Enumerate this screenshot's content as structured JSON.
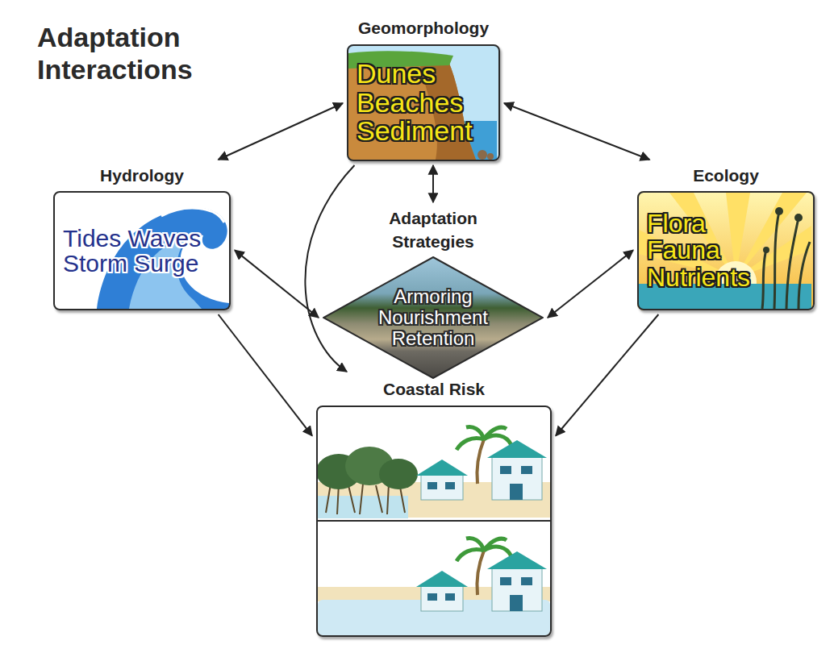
{
  "diagram": {
    "title": "Adaptation Interactions",
    "nodes": [
      {
        "text": [
          "Geomorphology",
          "Dunes Beaches Sediment"
        ]
      },
      {
        "text": [
          "Hydrology",
          "Tides Waves Storm Surge"
        ]
      },
      {
        "text": [
          "Adaptation Strategies",
          "Armoring Nourishment Retention"
        ]
      },
      {
        "text": [
          "Ecology",
          "Flora Fauna Nutrients"
        ]
      },
      {
        "text": [
          "Coastal Risk"
        ]
      }
    ],
    "edges": [
      {
        "from": 0,
        "to": 1,
        "arrow": "both"
      },
      {
        "from": 0,
        "to": 3,
        "arrow": "both"
      },
      {
        "from": 0,
        "to": 2,
        "arrow": "both"
      },
      {
        "from": 1,
        "to": 2,
        "arrow": "both"
      },
      {
        "from": 3,
        "to": 2,
        "arrow": "both"
      },
      {
        "from": 1,
        "to": 4,
        "arrow": "to"
      },
      {
        "from": 0,
        "to": 4,
        "arrow": "to"
      },
      {
        "from": 3,
        "to": 4,
        "arrow": "to"
      }
    ]
  }
}
